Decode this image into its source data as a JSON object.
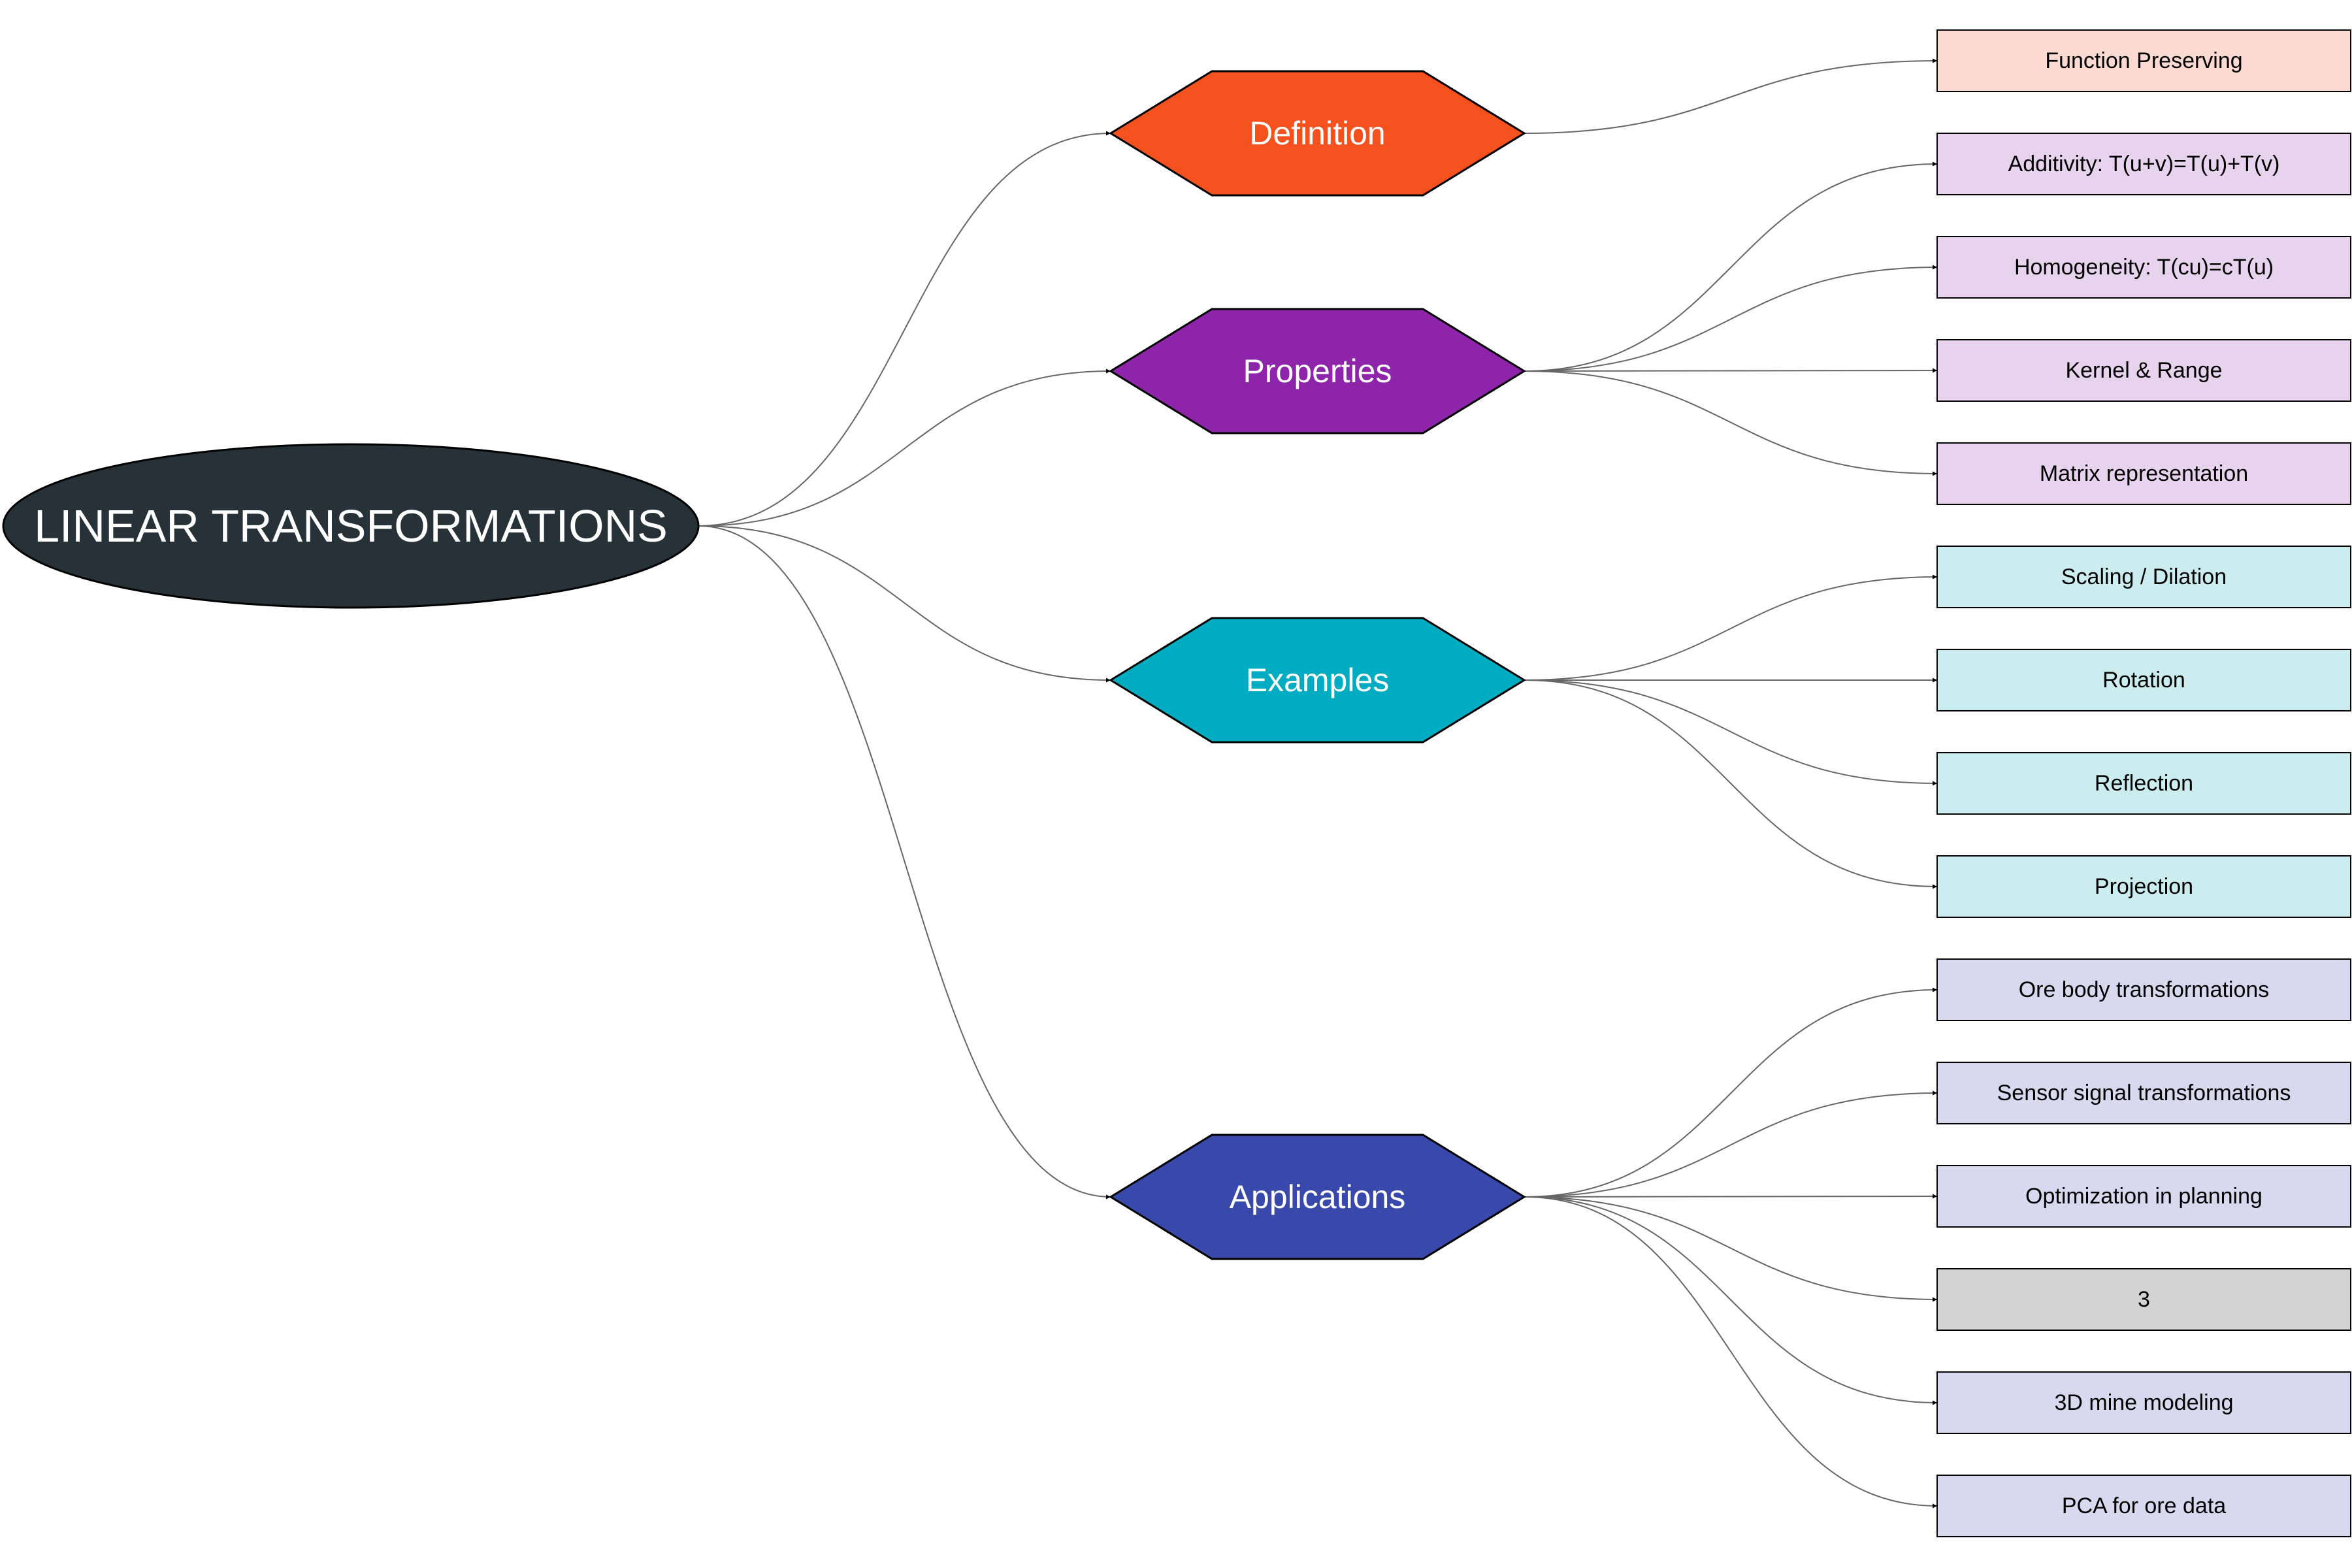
{
  "root": {
    "label": "LINEAR TRANSFORMATIONS",
    "color": "#263238"
  },
  "categories": [
    {
      "id": "definition",
      "label": "Definition",
      "color": "#f4511e",
      "leaf_color": "#fbdad2",
      "leaves": [
        "Function Preserving"
      ]
    },
    {
      "id": "properties",
      "label": "Properties",
      "color": "#8e24aa",
      "leaf_color": "#e7d3ed",
      "leaves": [
        "Additivity: T(u+v)=T(u)+T(v)",
        "Homogeneity: T(cu)=cT(u)",
        "Kernel & Range",
        "Matrix representation"
      ]
    },
    {
      "id": "examples",
      "label": "Examples",
      "color": "#00acc1",
      "leaf_color": "#cbedf0",
      "leaves": [
        "Scaling / Dilation",
        "Rotation",
        "Reflection",
        "Projection"
      ]
    },
    {
      "id": "applications",
      "label": "Applications",
      "color": "#3949ab",
      "leaf_color": "#d7d9ee",
      "leaves": [
        "Ore body transformations",
        "Sensor signal transformations",
        "Optimization in planning",
        "3",
        "3D mine modeling",
        "PCA for ore data"
      ],
      "special_leaf_colors": {
        "3": "#d3d3d3"
      }
    }
  ]
}
